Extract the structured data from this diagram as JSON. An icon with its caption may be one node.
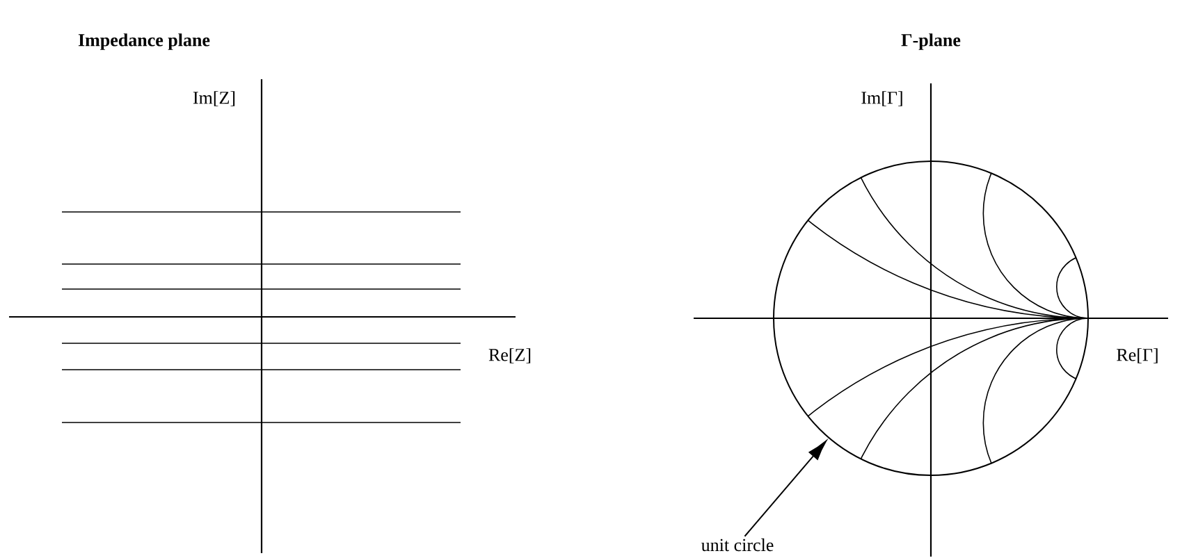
{
  "diagram": {
    "nodes": [
      {
        "text": [
          "unit circle"
        ]
      },
      {
        "text": [],
        "shape": "circle"
      }
    ],
    "edges": [
      {
        "from": 0,
        "to": 1,
        "arrow": "to"
      }
    ],
    "labels": [
      "Impedance plane",
      "Γ-plane",
      "Im[Z]",
      "Im[Γ]",
      "Re[Z]",
      "Re[Γ]"
    ]
  }
}
